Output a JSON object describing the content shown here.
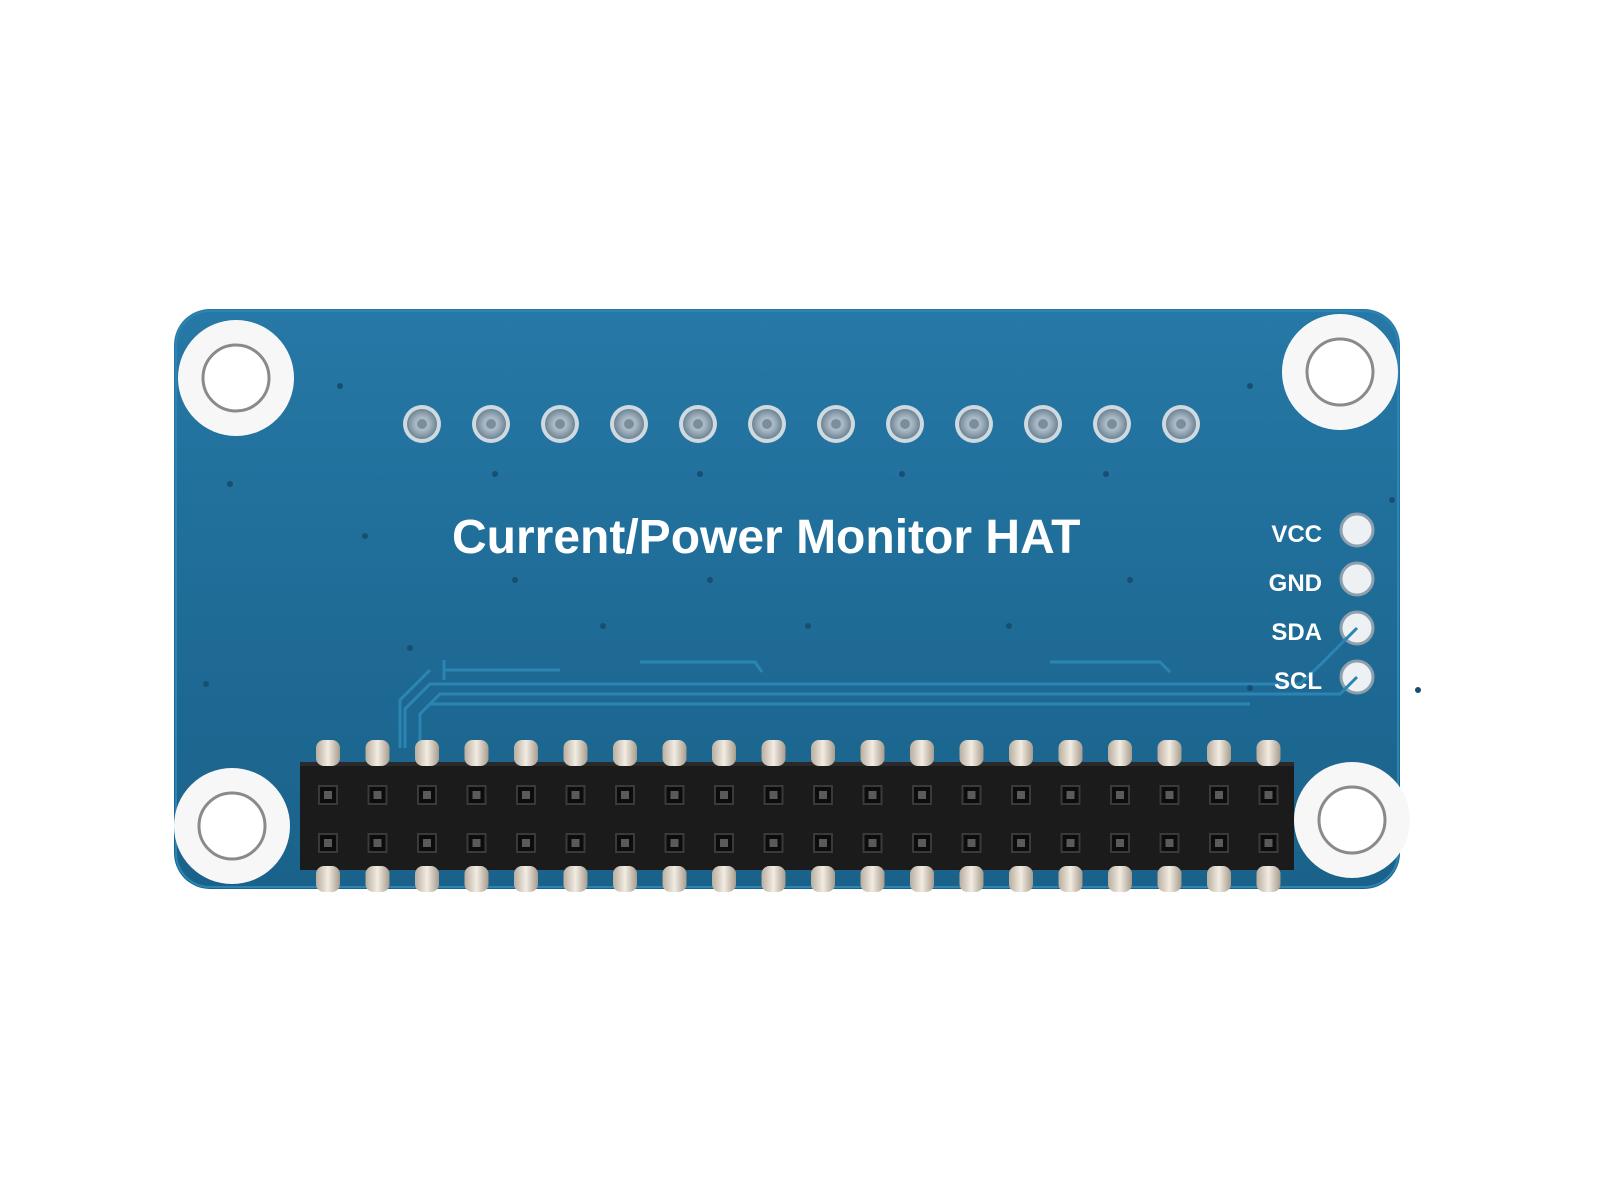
{
  "board": {
    "title": "Current/Power Monitor HAT",
    "pin_labels": [
      "VCC",
      "GND",
      "SDA",
      "SCL"
    ],
    "pcb_color": "#1f6c97",
    "silkscreen_color": "#ffffff",
    "header_color": "#1b1b1b",
    "pin_color": "#d9d1c4"
  }
}
